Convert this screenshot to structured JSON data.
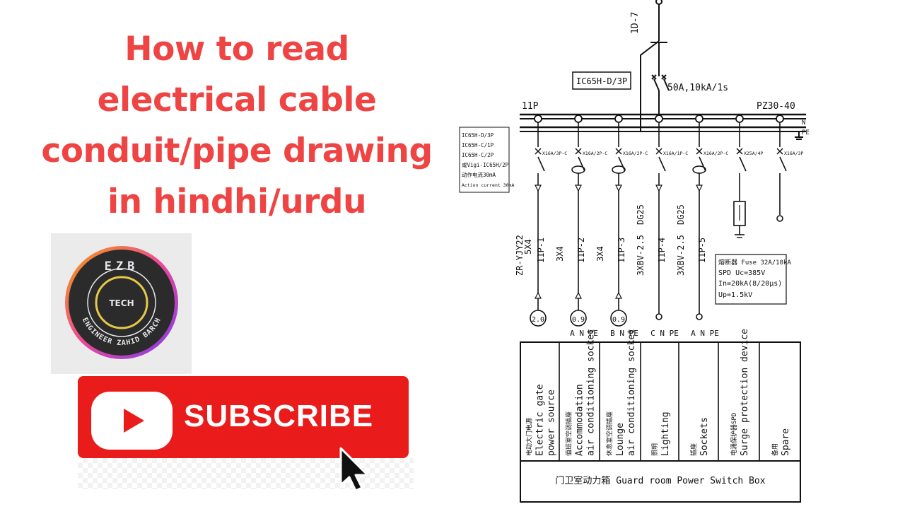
{
  "title": {
    "line1": "How to read",
    "line2": "electrical cable",
    "line3": "conduit/pipe drawing",
    "line4": "in hindhi/urdu"
  },
  "logo": {
    "top": "EZB",
    "center": "TECH",
    "ring": "ENGINEER ZAHID BARCH"
  },
  "subscribe": {
    "label": "SUBSCRIBE"
  },
  "diagram": {
    "feeder_id": "1D-7",
    "main_breaker": "IC65H-D/3P",
    "main_rating": "50A,10kA/1s",
    "panel_id": "11P",
    "panel_model": "PZ30-40",
    "bus_n": "N",
    "bus_pe": "PE",
    "legend": [
      "IC65H-D/3P",
      "IC65H-C/1P",
      "IC65H-C/2P",
      "或Vigi-IC65H/2P",
      "动作电流30mA",
      "Action current 30mA"
    ],
    "circuits": [
      {
        "breaker": "X16A/3P-C",
        "cable": "ZR-YJY22",
        "size": "5X4",
        "circuit": "11P-1",
        "load": "2.0",
        "phase": "",
        "desc_cn": "电动大门电源",
        "desc_en1": "Electric gate",
        "desc_en2": "power source"
      },
      {
        "breaker": "X16A/2P-C",
        "cable": "",
        "size": "3X4",
        "circuit": "11P-2",
        "load": "0.9",
        "phase": "A N PE",
        "desc_cn": "值班室空调插座",
        "desc_en1": "Accommodation",
        "desc_en2": "air conditioning socket"
      },
      {
        "breaker": "X16A/2P-C",
        "cable": "",
        "size": "3X4",
        "circuit": "11P-3",
        "load": "0.9",
        "phase": "B N PE",
        "desc_cn": "休息室空调插座",
        "desc_en1": "Lounge",
        "desc_en2": "air conditioning socket"
      },
      {
        "breaker": "X16A/1P-C",
        "cable": "3XBV-2.5",
        "size": "DG25",
        "circuit": "11P-4",
        "load": "",
        "phase": "C N PE",
        "desc_cn": "照明",
        "desc_en1": "Lighting",
        "desc_en2": ""
      },
      {
        "breaker": "X16A/2P-C",
        "cable": "3XBV-2.5",
        "size": "DG25",
        "circuit": "11P-5",
        "load": "",
        "phase": "A N PE",
        "desc_cn": "插座",
        "desc_en1": "Sockets",
        "desc_en2": ""
      },
      {
        "breaker": "X25A/4P",
        "cable": "",
        "size": "",
        "circuit": "",
        "load": "",
        "phase": "",
        "desc_cn": "电涌保护器SPD",
        "desc_en1": "Surge protection device",
        "desc_en2": ""
      },
      {
        "breaker": "X16A/3P",
        "cable": "",
        "size": "",
        "circuit": "",
        "load": "",
        "phase": "",
        "desc_cn": "备用",
        "desc_en1": "Spare",
        "desc_en2": ""
      }
    ],
    "spd_note": [
      "熔断器 Fuse 32A/10kA",
      "SPD Uc=385V",
      "In=20kA(8/20μs)",
      "Up=1.5kV"
    ],
    "footer": "门卫室动力箱 Guard room Power Switch Box"
  }
}
